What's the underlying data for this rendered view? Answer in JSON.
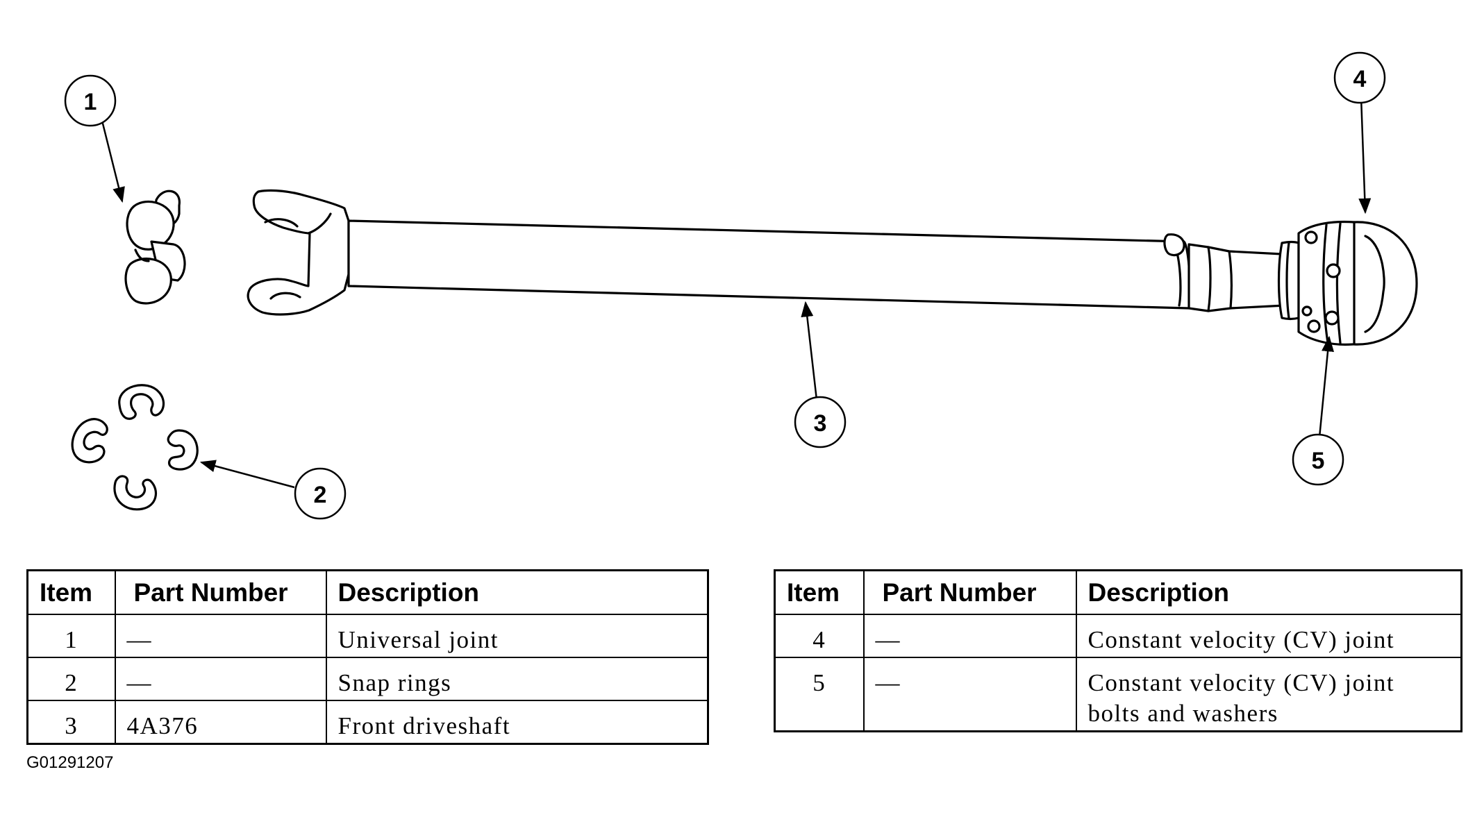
{
  "callouts": [
    "1",
    "2",
    "3",
    "4",
    "5"
  ],
  "table_headers": {
    "item": "Item",
    "part_number": "Part Number",
    "description": "Description"
  },
  "parts_left": [
    {
      "item": "1",
      "part_number": "—",
      "description": "Universal joint"
    },
    {
      "item": "2",
      "part_number": "—",
      "description": "Snap rings"
    },
    {
      "item": "3",
      "part_number": "4A376",
      "description": "Front driveshaft"
    }
  ],
  "parts_right": [
    {
      "item": "4",
      "part_number": "—",
      "description": "Constant velocity (CV) joint"
    },
    {
      "item": "5",
      "part_number": "—",
      "description": "Constant velocity (CV) joint bolts and washers"
    }
  ],
  "figure_code": "G01291207"
}
